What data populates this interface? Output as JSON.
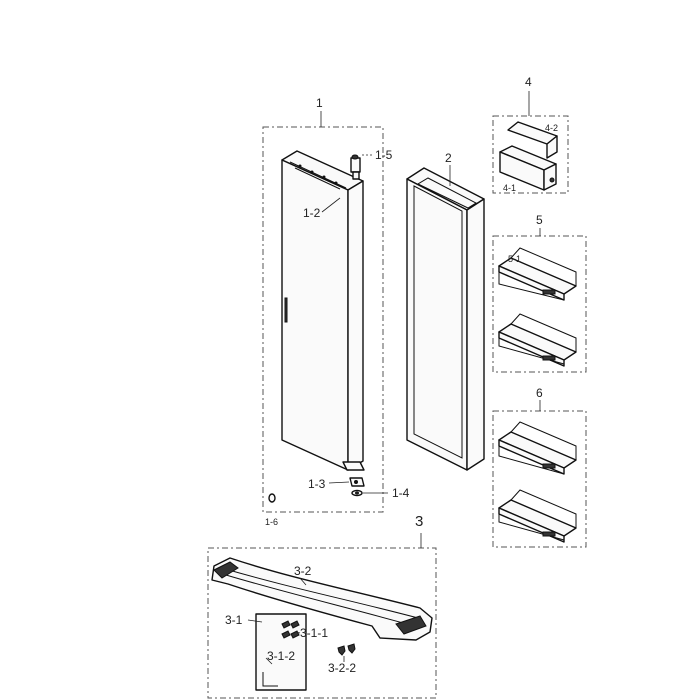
{
  "labels": {
    "group_1": "1",
    "part_1_2": "1-2",
    "part_1_3": "1-3",
    "part_1_4": "1-4",
    "part_1_5": "1-5",
    "part_1_6": "1-6",
    "part_2": "2",
    "group_3": "3",
    "part_3_1": "3-1",
    "part_3_1_1": "3-1-1",
    "part_3_1_2": "3-1-2",
    "part_3_2": "3-2",
    "part_3_2_2": "3-2-2",
    "group_4": "4",
    "part_4_1": "4-1",
    "part_4_2": "4-2",
    "group_5": "5",
    "part_5_1": "5-1",
    "group_6": "6"
  }
}
